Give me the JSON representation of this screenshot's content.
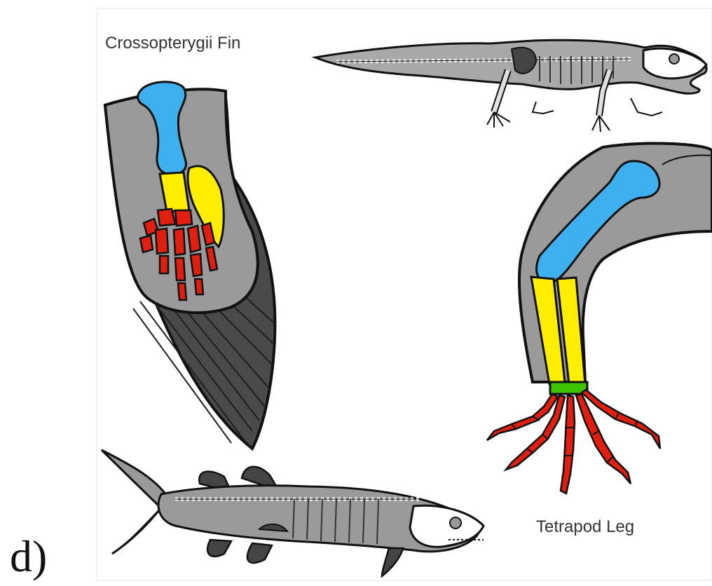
{
  "labels": {
    "fin_title": "Crossopterygii Fin",
    "leg_title": "Tetrapod Leg",
    "panel_letter": "d)"
  },
  "colors": {
    "humerus": "#3fb0ef",
    "radius_ulna": "#ffee00",
    "wrist": "#3fc400",
    "digits": "#e01f10",
    "soft_tissue": "#9a9a9a",
    "fin_rays": "#4a4a4a",
    "outline": "#111111"
  },
  "icons": [
    "lobe-fin-fish-icon",
    "early-tetrapod-icon"
  ]
}
